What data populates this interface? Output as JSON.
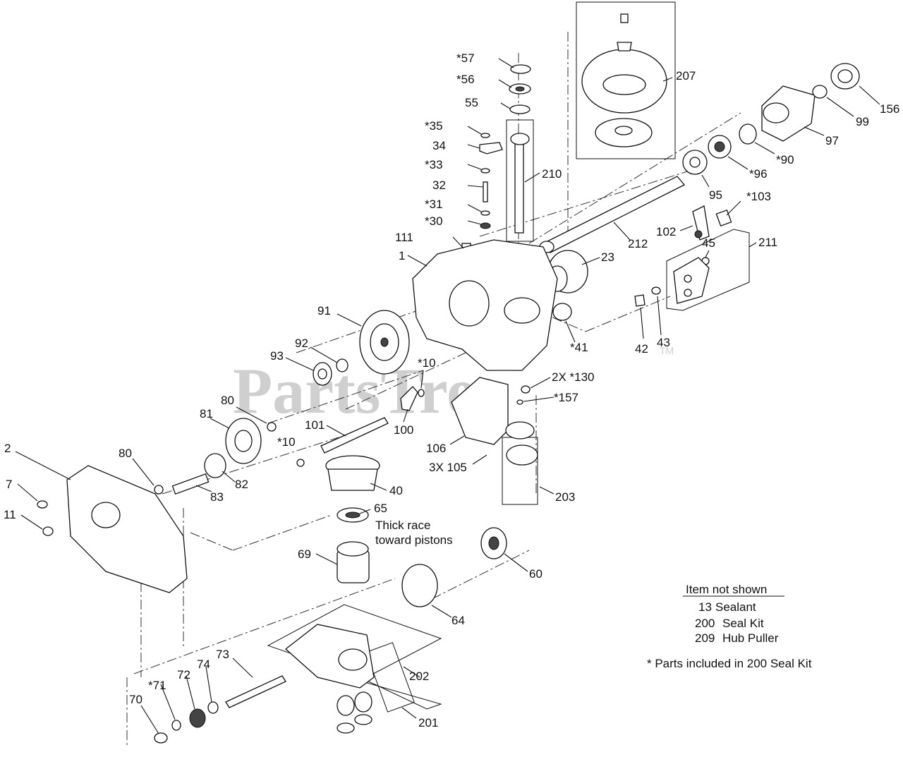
{
  "watermark": "PartsTree",
  "trademark": "TM",
  "callouts": [
    "*57",
    "*56",
    "55",
    "*35",
    "34",
    "*33",
    "32",
    "*31",
    "*30",
    "210",
    "207",
    "156",
    "99",
    "97",
    "*90",
    "*96",
    "95",
    "*103",
    "212",
    "102",
    "45",
    "211",
    "111",
    "1",
    "23",
    "91",
    "92",
    "93",
    "*10",
    "2X *130",
    "*157",
    "*41",
    "42",
    "43",
    "80",
    "81",
    "101",
    "100",
    "106",
    "3X 105",
    "203",
    "2",
    "7",
    "11",
    "83",
    "82",
    "40",
    "65",
    "69",
    "60",
    "64",
    "73",
    "74",
    "72",
    "*71",
    "70",
    "202",
    "201"
  ],
  "notes": {
    "thick_race_line1": "Thick race",
    "thick_race_line2": "toward pistons",
    "not_shown_title": "Item not shown",
    "not_shown_items": [
      {
        "num": "13",
        "label": "Sealant"
      },
      {
        "num": "200",
        "label": "Seal Kit"
      },
      {
        "num": "209",
        "label": "Hub Puller"
      }
    ],
    "seal_kit_note": "* Parts included in 200 Seal Kit"
  }
}
